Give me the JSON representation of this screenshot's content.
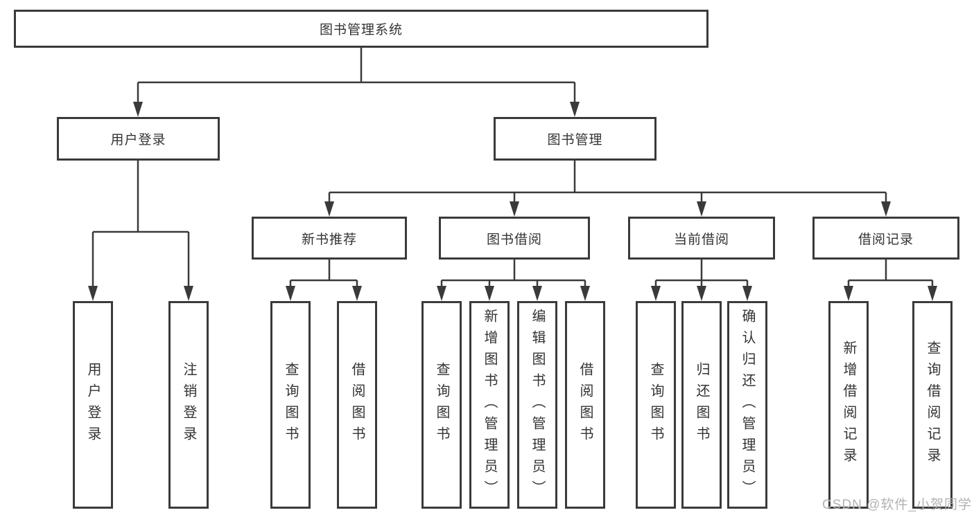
{
  "diagram": {
    "root": {
      "label": "图书管理系统"
    },
    "level2": [
      {
        "label": "用户登录"
      },
      {
        "label": "图书管理"
      }
    ],
    "level3": [
      {
        "label": "新书推荐"
      },
      {
        "label": "图书借阅"
      },
      {
        "label": "当前借阅"
      },
      {
        "label": "借阅记录"
      }
    ],
    "leaves": [
      {
        "label": "用户登录"
      },
      {
        "label": "注销登录"
      },
      {
        "label": "查询图书"
      },
      {
        "label": "借阅图书"
      },
      {
        "label": "查询图书"
      },
      {
        "label": "新增图书（管理员）"
      },
      {
        "label": "编辑图书（管理员）"
      },
      {
        "label": "借阅图书"
      },
      {
        "label": "查询图书"
      },
      {
        "label": "归还图书"
      },
      {
        "label": "确认归还（管理员）"
      },
      {
        "label": "新增借阅记录"
      },
      {
        "label": "查询借阅记录"
      }
    ]
  },
  "watermark": {
    "text": "CSDN @软件_小贺同学"
  },
  "colors": {
    "line": "#3a3a3a",
    "text": "#333333",
    "watermark": "#b2b2b2",
    "background": "#ffffff"
  }
}
